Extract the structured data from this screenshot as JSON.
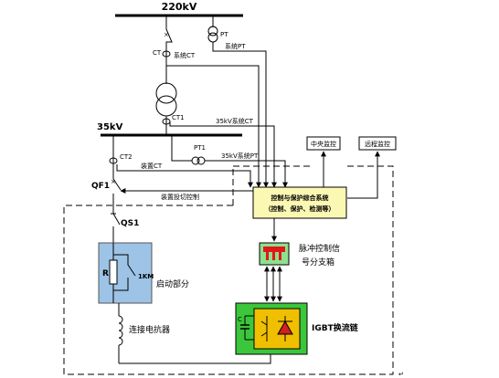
{
  "bus_220": "220kV",
  "bus_35": "35kV",
  "labels": {
    "pt": "PT",
    "ct": "CT",
    "sys_ct": "系统CT",
    "sys_pt": "系统PT",
    "ct1": "CT1",
    "ct1_desc": "35kV系统CT",
    "pt1": "PT1",
    "pt1_desc": "35kV系统PT",
    "ct2": "CT2",
    "dev_ct": "装置CT",
    "qf1": "QF1",
    "switch_ctrl": "装置投切控制",
    "qs1": "QS1",
    "r": "R",
    "km": "1KM",
    "start_part": "启动部分",
    "reactor": "连接电抗器",
    "central": "中央监控",
    "remote": "远程监控",
    "ctrl_line1": "控制与保护综合系统",
    "ctrl_line2": "（控制、保护、检测等）",
    "pulse_line1": "脉冲控制信",
    "pulse_line2": "号分支箱",
    "igbt": "IGBT换流链",
    "c": "C",
    "return_mark": "↵"
  },
  "colors": {
    "control_box": "#fbf8b4",
    "start_box": "#9dc3e6",
    "igbt_box": "#3cc63c",
    "pulse_box": "#8ee08e",
    "pulse_red": "#e01818",
    "igbt_inner": "#f0c000",
    "igbt_diode": "#d02020"
  }
}
